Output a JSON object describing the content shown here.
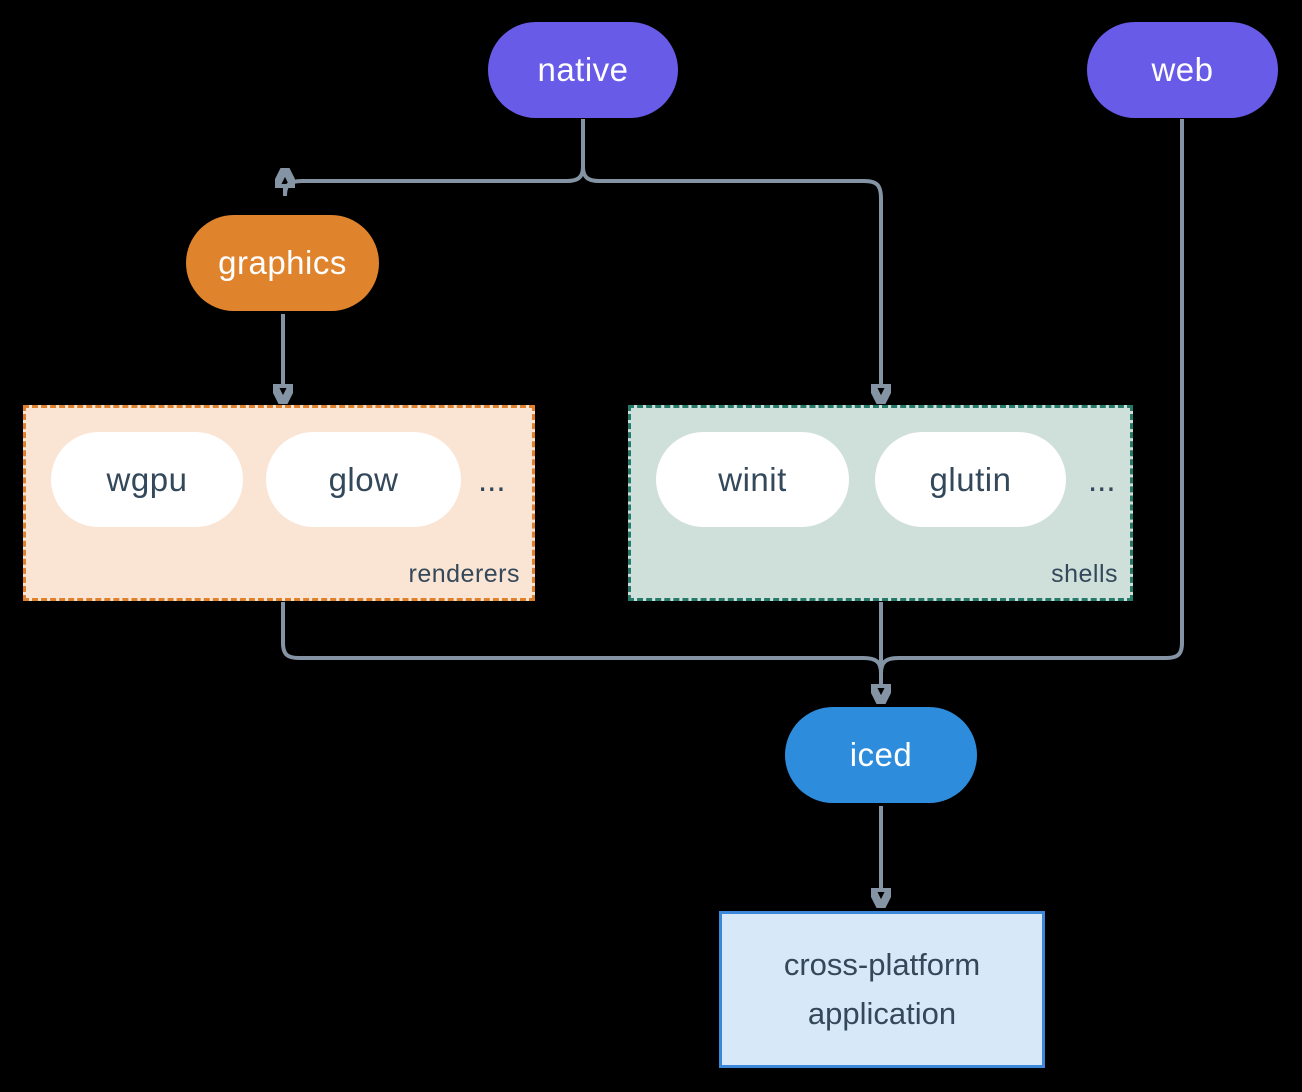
{
  "diagram": {
    "background_color": "#000000",
    "connector_color": "#8494A4",
    "nodes": {
      "native": {
        "label": "native",
        "fill": "#685BE8",
        "text_color": "#FFFFFF"
      },
      "web": {
        "label": "web",
        "fill": "#685BE8",
        "text_color": "#FFFFFF"
      },
      "graphics": {
        "label": "graphics",
        "fill": "#E0832D",
        "text_color": "#FFFFFF"
      },
      "wgpu": {
        "label": "wgpu",
        "fill": "#FFFFFF",
        "text_color": "#33485A"
      },
      "glow": {
        "label": "glow",
        "fill": "#FFFFFF",
        "text_color": "#33485A"
      },
      "winit": {
        "label": "winit",
        "fill": "#FFFFFF",
        "text_color": "#33485A"
      },
      "glutin": {
        "label": "glutin",
        "fill": "#FFFFFF",
        "text_color": "#33485A"
      },
      "iced": {
        "label": "iced",
        "fill": "#2E8CDC",
        "text_color": "#FFFFFF"
      },
      "application": {
        "label": "cross-platform application",
        "fill": "#D7E8F8",
        "border_color": "#3D87DA",
        "text_color": "#33485A"
      }
    },
    "groups": {
      "renderers": {
        "label": "renderers",
        "more": "...",
        "fill": "#FAE4D3",
        "border_color": "#DF802D",
        "text_color": "#33485A"
      },
      "shells": {
        "label": "shells",
        "more": "...",
        "fill": "#CFDFD9",
        "border_color": "#267A6A",
        "text_color": "#33485A"
      }
    }
  }
}
